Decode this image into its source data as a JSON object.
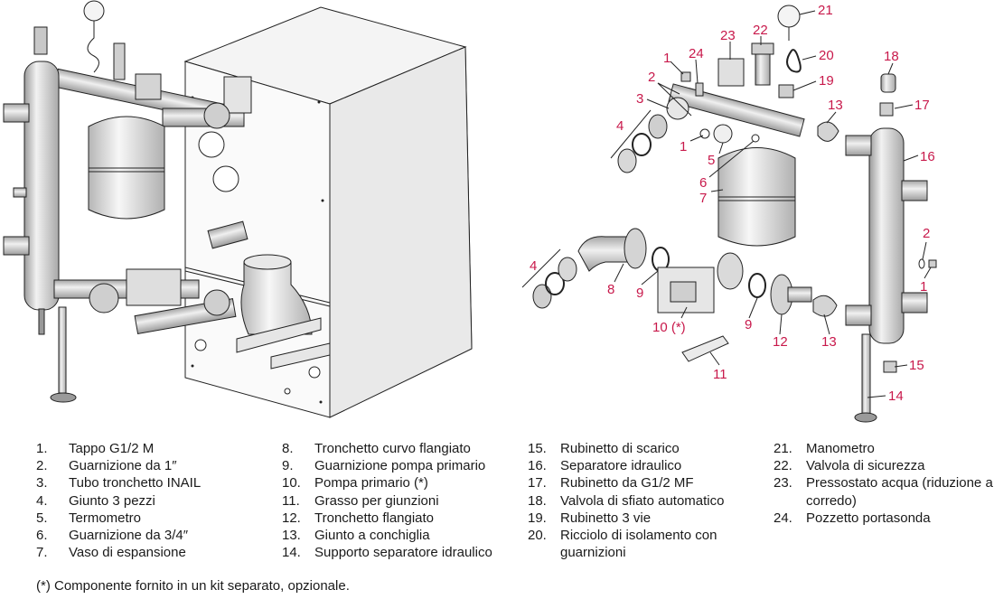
{
  "callouts": [
    {
      "id": "c21",
      "label": "21"
    },
    {
      "id": "c1a",
      "label": "1"
    },
    {
      "id": "c24",
      "label": "24"
    },
    {
      "id": "c23",
      "label": "23"
    },
    {
      "id": "c22",
      "label": "22"
    },
    {
      "id": "c20",
      "label": "20"
    },
    {
      "id": "c18",
      "label": "18"
    },
    {
      "id": "c2a",
      "label": "2"
    },
    {
      "id": "c19",
      "label": "19"
    },
    {
      "id": "c3",
      "label": "3"
    },
    {
      "id": "c13a",
      "label": "13"
    },
    {
      "id": "c17",
      "label": "17"
    },
    {
      "id": "c4a",
      "label": "4"
    },
    {
      "id": "c1b",
      "label": "1"
    },
    {
      "id": "c5",
      "label": "5"
    },
    {
      "id": "c16",
      "label": "16"
    },
    {
      "id": "c6",
      "label": "6"
    },
    {
      "id": "c7",
      "label": "7"
    },
    {
      "id": "c2b",
      "label": "2"
    },
    {
      "id": "c4b",
      "label": "4"
    },
    {
      "id": "c1c",
      "label": "1"
    },
    {
      "id": "c8",
      "label": "8"
    },
    {
      "id": "c9a",
      "label": "9"
    },
    {
      "id": "c10",
      "label": "10 (*)"
    },
    {
      "id": "c9b",
      "label": "9"
    },
    {
      "id": "c12",
      "label": "12"
    },
    {
      "id": "c13b",
      "label": "13"
    },
    {
      "id": "c15",
      "label": "15"
    },
    {
      "id": "c11",
      "label": "11"
    },
    {
      "id": "c14",
      "label": "14"
    }
  ],
  "legend": [
    [
      {
        "num": "1.",
        "text": "Tappo G1/2 M"
      },
      {
        "num": "2.",
        "text": "Guarnizione da 1″"
      },
      {
        "num": "3.",
        "text": "Tubo tronchetto INAIL"
      },
      {
        "num": "4.",
        "text": "Giunto 3 pezzi"
      },
      {
        "num": "5.",
        "text": "Termometro"
      },
      {
        "num": "6.",
        "text": "Guarnizione da 3/4″"
      },
      {
        "num": "7.",
        "text": "Vaso di espansione"
      }
    ],
    [
      {
        "num": "8.",
        "text": "Tronchetto curvo flangiato"
      },
      {
        "num": "9.",
        "text": "Guarnizione pompa primario"
      },
      {
        "num": "10.",
        "text": "Pompa primario (*)"
      },
      {
        "num": "11.",
        "text": "Grasso per giunzioni"
      },
      {
        "num": "12.",
        "text": "Tronchetto flangiato"
      },
      {
        "num": "13.",
        "text": "Giunto a conchiglia"
      },
      {
        "num": "14.",
        "text": "Supporto separatore idraulico"
      }
    ],
    [
      {
        "num": "15.",
        "text": "Rubinetto di scarico"
      },
      {
        "num": "16.",
        "text": "Separatore idraulico"
      },
      {
        "num": "17.",
        "text": "Rubinetto da G1/2 MF"
      },
      {
        "num": "18.",
        "text": "Valvola di sfiato automatico"
      },
      {
        "num": "19.",
        "text": "Rubinetto 3 vie"
      },
      {
        "num": "20.",
        "text": "Ricciolo di isolamento con guarnizioni"
      }
    ],
    [
      {
        "num": "21.",
        "text": "Manometro"
      },
      {
        "num": "22.",
        "text": "Valvola di sicurezza"
      },
      {
        "num": "23.",
        "text": "Pressostato acqua (riduzione a corredo)"
      },
      {
        "num": "24.",
        "text": "Pozzetto portasonda"
      }
    ]
  ],
  "footnote": "(*) Componente fornito in un kit separato, opzionale.",
  "colors": {
    "callout": "#c8194b",
    "line": "#222222",
    "metal": "#d9d9d9",
    "shadow": "#9e9e9e"
  }
}
